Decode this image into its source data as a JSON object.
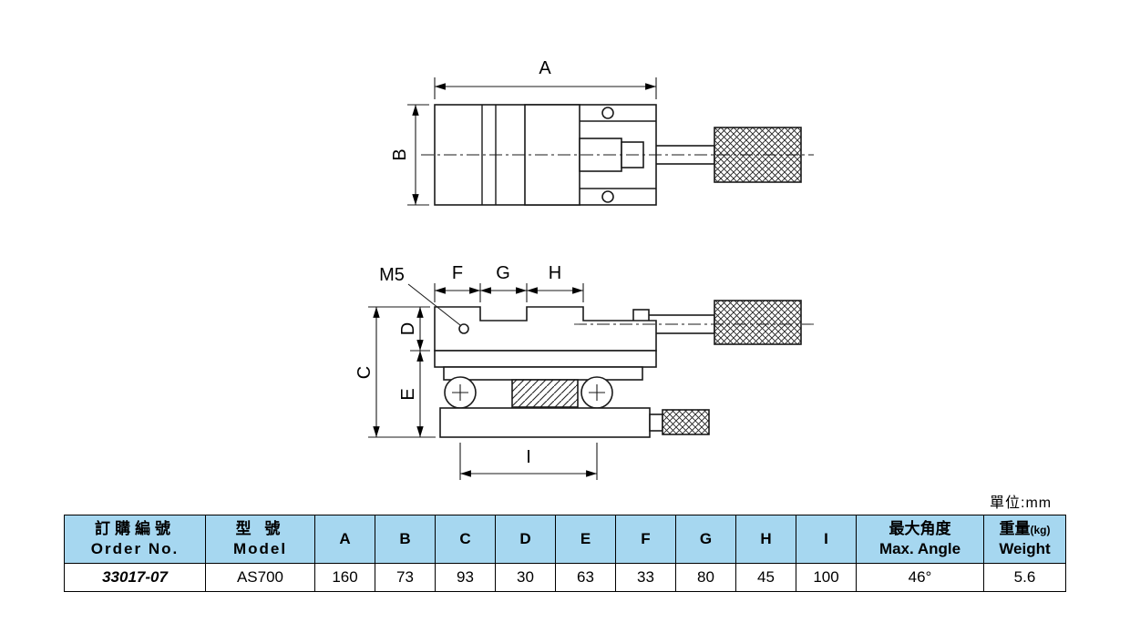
{
  "unit_label": "單位:mm",
  "drawing": {
    "labels": {
      "dim_a": "A",
      "dim_b": "B",
      "dim_c": "C",
      "dim_d": "D",
      "dim_e": "E",
      "dim_f": "F",
      "dim_g": "G",
      "dim_h": "H",
      "dim_i": "I",
      "thread": "M5"
    }
  },
  "table": {
    "header_bg": "#a6d7f0",
    "header": {
      "order_no_zh": "訂購編號",
      "order_no_en": "Order No.",
      "model_zh": "型 號",
      "model_en": "Model",
      "dims": [
        "A",
        "B",
        "C",
        "D",
        "E",
        "F",
        "G",
        "H",
        "I"
      ],
      "max_angle_zh": "最大角度",
      "max_angle_en": "Max. Angle",
      "weight_zh": "重量",
      "weight_unit": "(kg)",
      "weight_en": "Weight"
    },
    "row": {
      "order_no": "33017-07",
      "model": "AS700",
      "dims": [
        "160",
        "73",
        "93",
        "30",
        "63",
        "33",
        "80",
        "45",
        "100"
      ],
      "max_angle": "46°",
      "weight": "5.6"
    }
  }
}
